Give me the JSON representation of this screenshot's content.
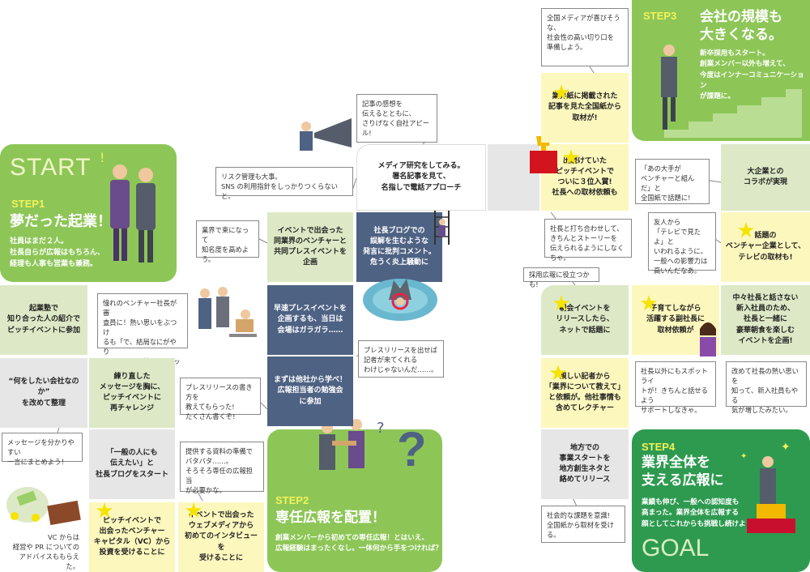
{
  "colors": {
    "green": "#8dc657",
    "dark_green": "#2e7d3a",
    "yellow": "#fcf7bd",
    "light_green": "#dde9c6",
    "gray": "#e6e6e6",
    "navy": "#4e6283",
    "step_label": "#f2f25a"
  },
  "start": {
    "label": "START",
    "step": "STEP1",
    "title": "夢だった起業！",
    "desc": "社員はまだ２人。\n社長自らが広報はもちろん、\n経理も人事も営業も兼務。"
  },
  "step2": {
    "step": "STEP2",
    "title": "専任広報を配置！",
    "desc": "創業メンバーから初めての専任広報！とはいえ、\n広報経験はまったくなし。一体何から手をつければ？"
  },
  "step3": {
    "step": "STEP3",
    "title": "会社の規模も\n大きくなる。",
    "desc": "新卒採用もスタート。\n創業メンバー以外も増えて、\n今度はインナーコミュニケーション\nが課題に。"
  },
  "step4": {
    "step": "STEP4",
    "title": "業界全体を\n支える広報に",
    "desc": "業績も伸び、一般への認知度も\n高まった。業界全体を広報する\n顔としてこれからも挑戦し続けよう。",
    "goal": "GOAL"
  },
  "squares": {
    "kigyo": "起業塾で\n知り合った人の紹介で\nピッチイベントに参加",
    "naniwo": "“何をしたい会社なのか”\nを改めて整理",
    "neri": "練り直した\nメッセージを胸に、\nピッチイベントに\n再チャレンジ",
    "ippan": "「一般の人にも\n伝えたい」と\n社長ブログをスタート",
    "pitch_vc": "ピッチイベントで\n出会ったベンチャー\nキャピタル（VC）から\n投資を受けることに",
    "web_media": "イベントで出会った\nウェブメディアから\n初めてのインタビューを\n受けることに",
    "benkyo": "まずは他社から学べ！\n広報担当者の勉強会\nに参加",
    "sokutatsu": "早速プレスイベントを\n企画するも、当日は\n会場はガラガラ……",
    "kyodo": "イベントで出会った\n同業界のベンチャーと\n共同プレスイベントを\n企画",
    "blog": "社長ブログでの\n誤解を生むような\n発言に批判コメント。\n危うく炎上騒動に",
    "media": "メディア研究をしてみる。\n署名記事を見て、\n名指しで電話アプローチ",
    "pitch_win": "出続けていた\nピッチイベントで\nついに３位入賞!\n社長への取材依頼も",
    "gyokai": "業界紙に掲載された\n記事を見た全国紙から\n取材が!",
    "daikigyo": "大企業との\nコラボが実現",
    "wadai": "話題の\nベンチャー企業として、\nテレビの取材も!",
    "asakai": "朝会イベントを\nリリースしたら、\nネットで話題に",
    "kosodate": "子育てしながら\n活躍する副社長に\n取材依頼が",
    "chuko": "中々社長と話さない\n新入社員のため、\n社長と一緒に\n豪華朝食を楽しむ\nイベントを企画!",
    "shitashii": "親しい記者から\n「業界について教えて」\nと依頼が。他社事情も\n含めてレクチャー",
    "chiho": "地方での\n事業スタートを\n地方創生ネタと\n絡めてリリース"
  },
  "notes": {
    "akogare": "憧れのベンチャー社長が審\n査員に！熱い思いをぶつけ\nるも「で、結局なにがやり\nたいの?」と酷評。ショック。",
    "message": "メッセージを分かりやすい\n一言にまとめよう！",
    "vc": "VC からは\n経営や PR についての\nアドバイスももらえた。",
    "teikyo": "提供する資料の準備で\nバタバタ……。\nそろそろ専任の広報担当\nが必要かな。",
    "press_kata": "プレスリリースの書き方を\n教えてもらった!\nたくさん書くぞ!",
    "press_dase": "プレスリリースを出せば\n記者が来てくれる\nわけじゃないんだ……。",
    "gyokai_chimei": "業界で束になって\n知名度を高めよう。",
    "risk": "リスク管理も大事。\nSNS の利用指針をしっかりつくらないと。",
    "kiji": "記事の感想を\n伝えるとともに、\nさりげなく自社アピール!",
    "zenkoku": "全国メディアが喜びそうな、\n社会性の高い切り口を\n準備しよう。",
    "uchiawase": "社長と打ち合わせして、\nきちんとストーリーを\n伝えられるようにしなくちゃ。",
    "saiyo": "採用広報に役立つかも!",
    "ano": "「あの大手が\nベンチャーと組んだ」と\n全国紙で話題に!",
    "yujin": "友人から\n「テレビで見たよ」と\nいわれるように。\n一般への影響力は\n高いんだなあ。",
    "shainigai": "社長以外にもスポットライ\nトが！きちんと話せるよう\nサポートしなきゃ。",
    "aratamete": "改めて社長の熱い思いを\n知って、新入社員もやる\n気が増したみたい。",
    "shakai": "社会的な課題を意識!\n全国紙から取材を受ける。"
  }
}
